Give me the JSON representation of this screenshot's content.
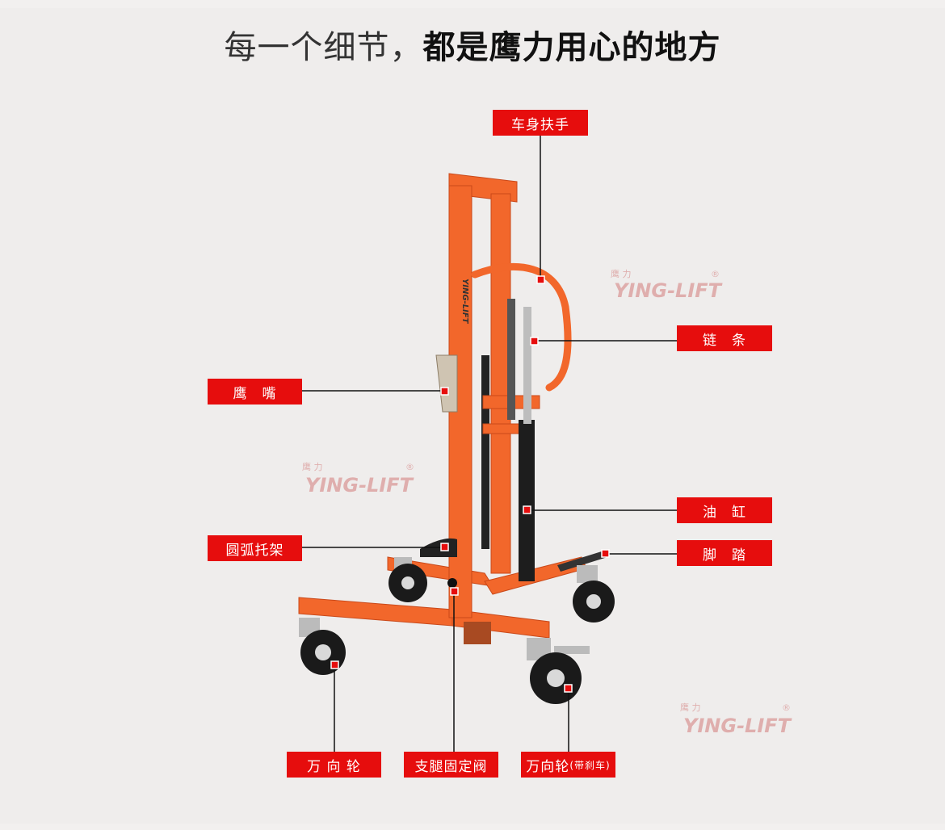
{
  "title": {
    "light": "每一个细节，",
    "bold": "都是鹰力用心的地方"
  },
  "watermark": {
    "brand": "YING-LIFT",
    "cn": "鹰  力"
  },
  "labels": {
    "handle": "车身扶手",
    "chain": "链　条",
    "beak": "鹰　嘴",
    "cylinder": "油　缸",
    "arc_bracket": "圆弧托架",
    "pedal": "脚　踏",
    "caster": "万 向 轮",
    "support_valve": "支腿固定阀",
    "caster_brake": "万向轮",
    "caster_brake_note": "(带刹车)"
  },
  "frame_text": "YING-LIFT",
  "colors": {
    "accent": "#e60d0d",
    "frame": "#f2672b",
    "background": "#efedec"
  }
}
